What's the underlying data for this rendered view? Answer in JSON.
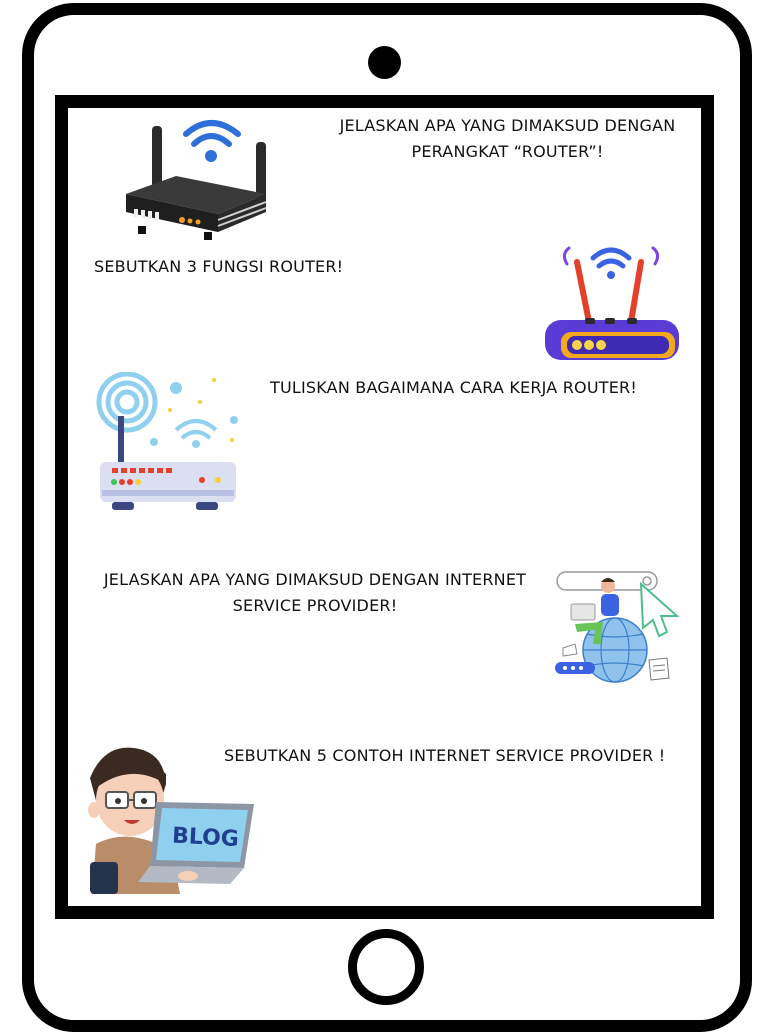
{
  "questions": [
    {
      "line1": "JELASKAN APA YANG DIMAKSUD DENGAN",
      "line2": "PERANGKAT “ROUTER”!"
    },
    {
      "text": "SEBUTKAN 3 FUNGSI ROUTER!"
    },
    {
      "text": "TULISKAN BAGAIMANA CARA KERJA ROUTER!"
    },
    {
      "line1": "JELASKAN APA YANG DIMAKSUD DENGAN INTERNET",
      "line2": "SERVICE PROVIDER!"
    },
    {
      "text": "SEBUTKAN 5 CONTOH INTERNET SERVICE PROVIDER !"
    }
  ],
  "illustrations": {
    "blog_label": "BLOG"
  },
  "colors": {
    "frame": "#000000",
    "wifi_blue": "#2f6fd9",
    "router_purple": "#5b3bd6",
    "router_dark": "#2b2b2b",
    "antenna_red": "#e5402b"
  }
}
